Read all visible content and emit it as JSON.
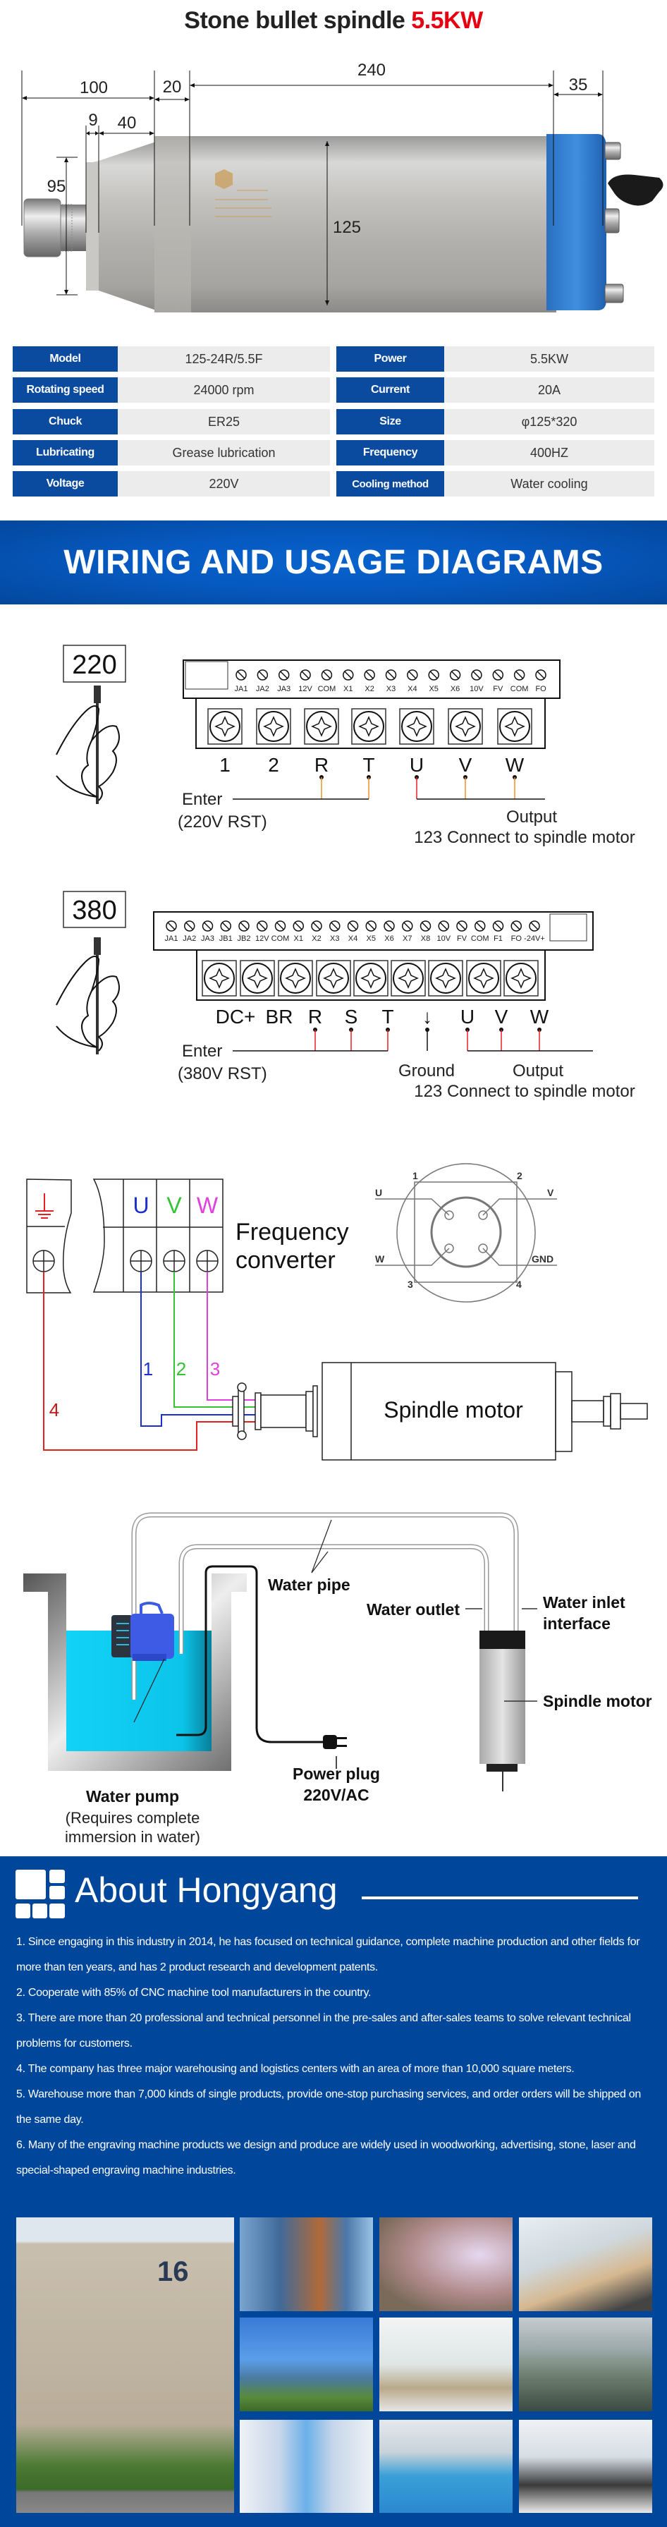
{
  "header": {
    "title": "Stone bullet spindle",
    "title_accent": "5.5KW",
    "accent_color": "#e60012"
  },
  "dimensions": {
    "d100": "100",
    "d20": "20",
    "d240": "240",
    "d35": "35",
    "d9": "9",
    "d40": "40",
    "d95": "95",
    "d125": "125"
  },
  "specs": {
    "left": [
      {
        "label": "Model",
        "value": "125-24R/5.5F"
      },
      {
        "label": "Rotating speed",
        "value": "24000 rpm"
      },
      {
        "label": "Chuck",
        "value": "ER25"
      },
      {
        "label": "Lubricating",
        "value": "Grease lubrication"
      },
      {
        "label": "Voltage",
        "value": "220V"
      }
    ],
    "right": [
      {
        "label": "Power",
        "value": "5.5KW"
      },
      {
        "label": "Current",
        "value": "20A"
      },
      {
        "label": "Size",
        "value": "φ125*320"
      },
      {
        "label": "Frequency",
        "value": "400HZ"
      },
      {
        "label": "Cooling method",
        "value": "Water cooling"
      }
    ],
    "label_color": "#0a4a9f"
  },
  "banner": {
    "title": "WIRING AND USAGE DIAGRAMS"
  },
  "wiring220": {
    "voltage": "220",
    "signal_terminals": [
      "JA1",
      "JA2",
      "JA3",
      "12V",
      "COM",
      "X1",
      "X2",
      "X3",
      "X4",
      "X5",
      "X6",
      "10V",
      "FV",
      "COM",
      "FO"
    ],
    "power_terminals": [
      "1",
      "2",
      "R",
      "T",
      "U",
      "V",
      "W"
    ],
    "enter": "Enter",
    "enter_note": "(220V RST)",
    "output": "Output",
    "output_note": "123 Connect to spindle motor"
  },
  "wiring380": {
    "voltage": "380",
    "signal_terminals": [
      "JA1",
      "JA2",
      "JA3",
      "JB1",
      "JB2",
      "12V",
      "COM",
      "X1",
      "X2",
      "X3",
      "X4",
      "X5",
      "X6",
      "X7",
      "X8",
      "10V",
      "FV",
      "COM",
      "F1",
      "FO",
      "-24V+"
    ],
    "power_terminals": [
      "DC+",
      "BR",
      "R",
      "S",
      "T",
      "↓",
      "U",
      "V",
      "W"
    ],
    "enter": "Enter",
    "enter_note": "(380V RST)",
    "ground": "Ground",
    "output": "Output",
    "output_note": "123 Connect to spindle motor"
  },
  "motor_wiring": {
    "phases": [
      {
        "label": "U",
        "wire": "1",
        "color": "#1a2fd0"
      },
      {
        "label": "V",
        "wire": "2",
        "color": "#33c433"
      },
      {
        "label": "W",
        "wire": "3",
        "color": "#e040e0"
      }
    ],
    "ground_wire": "4",
    "ground_color": "#e52020",
    "converter_line1": "Frequency",
    "converter_line2": "converter",
    "motor_label": "Spindle motor",
    "plug_pins": [
      "1",
      "2",
      "3",
      "4"
    ],
    "plug_labels": [
      "U",
      "V",
      "W",
      "GND"
    ]
  },
  "cooling": {
    "water_pipe": "Water pipe",
    "water_outlet": "Water outlet",
    "water_inlet_1": "Water inlet",
    "water_inlet_2": "interface",
    "spindle_motor": "Spindle motor",
    "power_plug_1": "Power plug",
    "power_plug_2": "220V/AC",
    "water_pump": "Water pump",
    "pump_note_1": "(Requires complete",
    "pump_note_2": "immersion in water)",
    "water_color": "#12d2f8"
  },
  "about": {
    "title": "About Hongyang",
    "bg_color": "#00479b",
    "items": [
      "1. Since engaging in this industry in 2014, he has focused on technical guidance, complete machine production and other fields for more than ten years, and has 2 product research and development patents.",
      "2. Cooperate with 85% of CNC machine tool manufacturers in the country.",
      "3. There are more than 20 professional and technical personnel in the pre-sales and after-sales teams to solve relevant technical problems for customers.",
      "4. The company has three major warehousing and logistics centers with an area of more than 10,000 square meters.",
      "5. Warehouse more than 7,000 kinds of single products, provide one-stop purchasing services, and order orders will be shipped on the same day.",
      "6. Many of the engraving machine products we design and produce are widely used in woodworking, advertising, stone, laser and special-shaped engraving machine industries."
    ],
    "building_number": "16"
  }
}
